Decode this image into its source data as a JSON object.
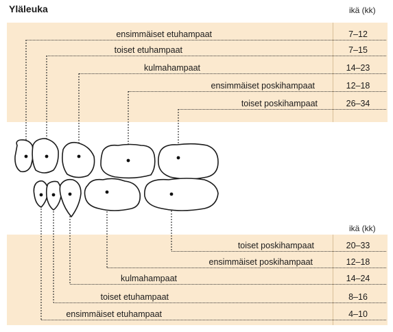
{
  "upper": {
    "title": "Yläleuka",
    "age_header": "ikä (kk)",
    "rows": [
      {
        "label": "ensimmäiset etuhampaat",
        "age": "7–12"
      },
      {
        "label": "toiset etuhampaat",
        "age": "7–15"
      },
      {
        "label": "kulmahampaat",
        "age": "14–23"
      },
      {
        "label": "ensimmäiset poskihampaat",
        "age": "12–18"
      },
      {
        "label": "toiset poskihampaat",
        "age": "26–34"
      }
    ]
  },
  "lower": {
    "age_header": "ikä (kk)",
    "rows": [
      {
        "label": "toiset poskihampaat",
        "age": "20–33"
      },
      {
        "label": "ensimmäiset poskihampaat",
        "age": "12–18"
      },
      {
        "label": "kulmahampaat",
        "age": "14–24"
      },
      {
        "label": "toiset etuhampaat",
        "age": "8–16"
      },
      {
        "label": "ensimmäiset etuhampaat",
        "age": "4–10"
      }
    ]
  },
  "colors": {
    "panel": "#fbe9cf",
    "line": "#333333",
    "tooth_fill": "#ffffff"
  }
}
